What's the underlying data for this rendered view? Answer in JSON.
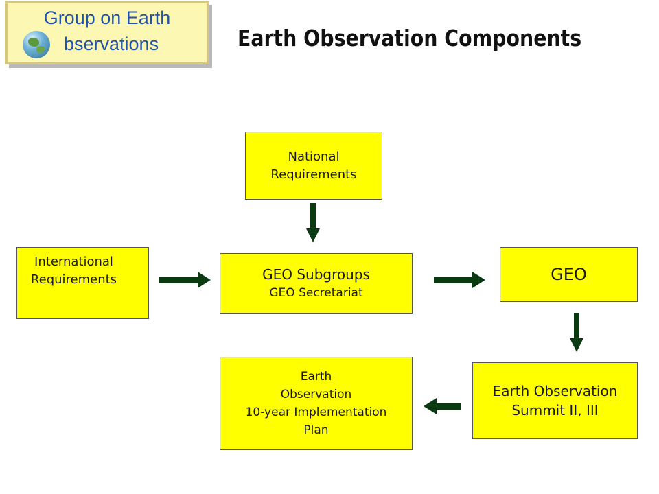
{
  "logo": {
    "line1": "Group on Earth",
    "line2": "bservations",
    "icon": "globe-icon"
  },
  "title": "Earth Observation Components",
  "boxes": {
    "national": {
      "line1": "National",
      "line2": "Requirements"
    },
    "international": {
      "line1": "International",
      "line2": "Requirements"
    },
    "subgroups": {
      "line1": "GEO Subgroups",
      "line2": "GEO Secretariat"
    },
    "geo": {
      "line1": "GEO"
    },
    "plan": {
      "line1": "Earth",
      "line2": "Observation",
      "line3": "10-year Implementation",
      "line4": "Plan"
    },
    "summit": {
      "line1": "Earth Observation",
      "line2": "Summit II, III"
    }
  },
  "colors": {
    "box_fill": "#ffff00",
    "arrow": "#0b3a12",
    "logo_text": "#1f53a8"
  }
}
